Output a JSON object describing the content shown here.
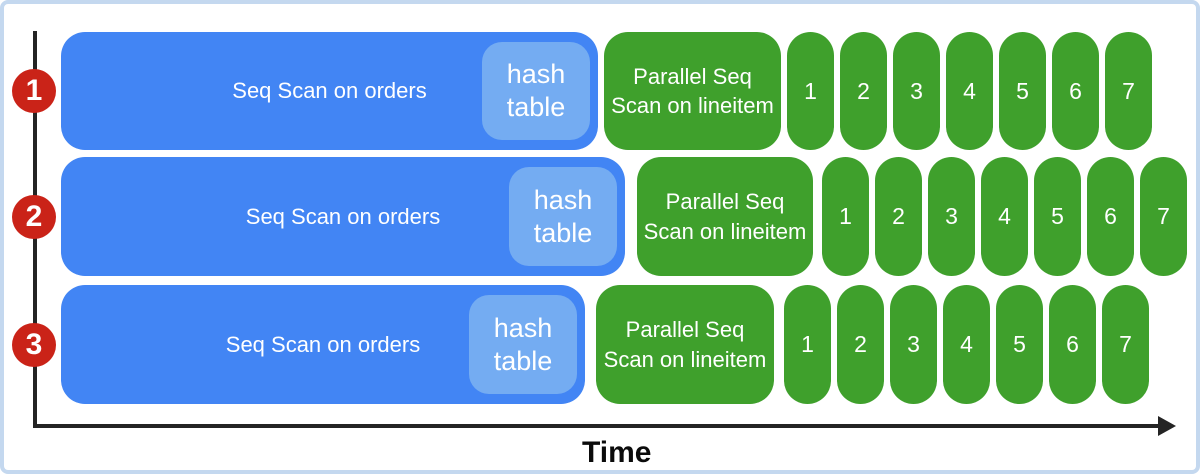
{
  "axis": {
    "time_label": "Time"
  },
  "colors": {
    "blue": "#4285F4",
    "light_blue": "#74ACF2",
    "green": "#3FA02C",
    "red": "#CA2318",
    "frame_border": "#C4D8EF",
    "axis_line": "#242424",
    "text_on_fill": "#FFFFFF"
  },
  "rows": [
    {
      "badge": "1",
      "seq_scan_label": "Seq Scan on orders",
      "hash_line1": "hash",
      "hash_line2": "table",
      "parallel_line1": "Parallel Seq",
      "parallel_line2": "Scan on lineitem",
      "workers": [
        "1",
        "2",
        "3",
        "4",
        "5",
        "6",
        "7"
      ]
    },
    {
      "badge": "2",
      "seq_scan_label": "Seq Scan on orders",
      "hash_line1": "hash",
      "hash_line2": "table",
      "parallel_line1": "Parallel Seq",
      "parallel_line2": "Scan on lineitem",
      "workers": [
        "1",
        "2",
        "3",
        "4",
        "5",
        "6",
        "7"
      ]
    },
    {
      "badge": "3",
      "seq_scan_label": "Seq Scan on orders",
      "hash_line1": "hash",
      "hash_line2": "table",
      "parallel_line1": "Parallel Seq",
      "parallel_line2": "Scan on lineitem",
      "workers": [
        "1",
        "2",
        "3",
        "4",
        "5",
        "6",
        "7"
      ]
    }
  ]
}
